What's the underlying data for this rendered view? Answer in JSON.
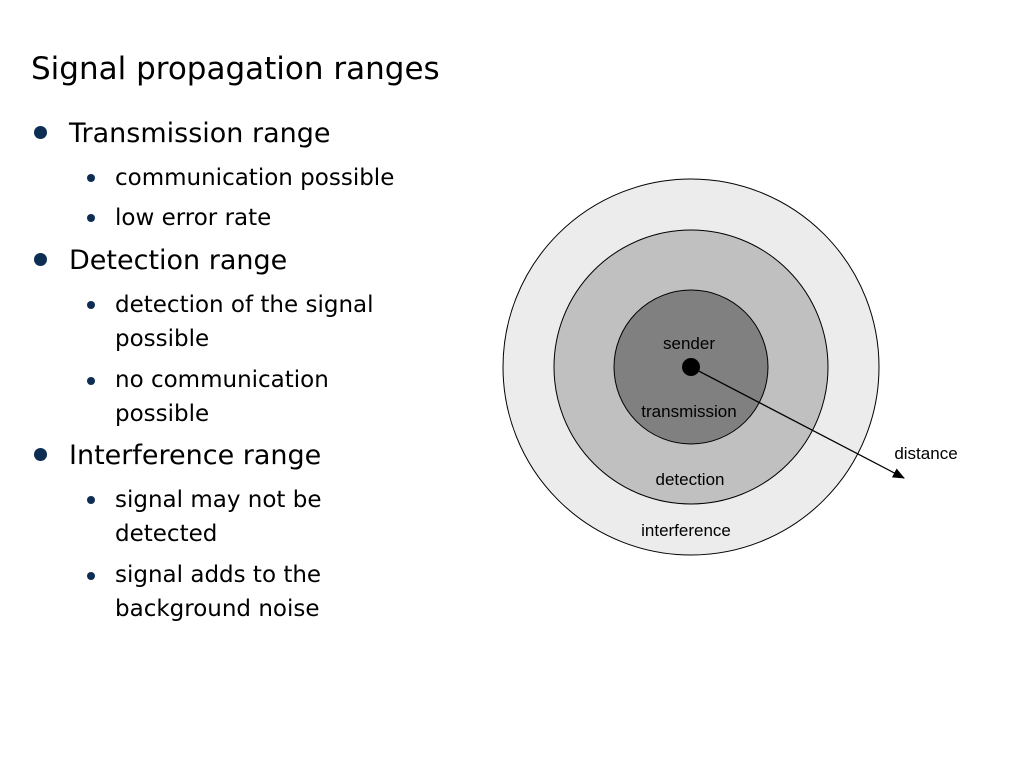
{
  "title": "Signal propagation ranges",
  "bullets": [
    {
      "text": "Transmission range",
      "sub": [
        {
          "lines": [
            "communication possible"
          ]
        },
        {
          "lines": [
            "low error rate"
          ]
        }
      ]
    },
    {
      "text": "Detection range",
      "sub": [
        {
          "lines": [
            "detection of the signal",
            "possible"
          ]
        },
        {
          "lines": [
            "no communication",
            "possible"
          ]
        }
      ]
    },
    {
      "text": "Interference range",
      "sub": [
        {
          "lines": [
            "signal may not be",
            "detected"
          ]
        },
        {
          "lines": [
            "signal adds to the",
            "background noise"
          ]
        }
      ]
    }
  ],
  "diagram": {
    "labels": {
      "sender": "sender",
      "transmission": "transmission",
      "detection": "detection",
      "interference": "interference",
      "distance": "distance"
    },
    "colors": {
      "interference": "#ececec",
      "detection": "#c0c0c0",
      "transmission": "#808080",
      "sender": "#000000",
      "bullet": "#0e2d52"
    }
  }
}
